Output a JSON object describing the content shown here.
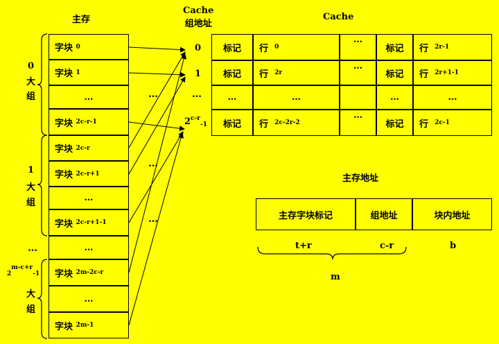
{
  "titles": {
    "main_memory": "主存",
    "cache_group_addr": "Cache\n组地址",
    "cache": "Cache",
    "mm_address": "主存地址"
  },
  "main_memory": {
    "blocks": [
      {
        "prefix": "字块",
        "sub": "0"
      },
      {
        "prefix": "字块",
        "sub": "1"
      },
      {
        "prefix": "",
        "sub": "…"
      },
      {
        "prefix": "字块",
        "sub": "2",
        "sup": "c-r",
        "tail": "-1"
      },
      {
        "prefix": "字块",
        "sub": "2",
        "sup": "c-r",
        "tail": ""
      },
      {
        "prefix": "字块",
        "sub": "2",
        "sup": "c-r",
        "tail": "+1"
      },
      {
        "prefix": "",
        "sub": "…"
      },
      {
        "prefix": "字块",
        "sub": "2",
        "sup": "c-r+1",
        "tail": "-1"
      },
      {
        "prefix": "",
        "sub": "…"
      },
      {
        "prefix": "字块",
        "sub": "2",
        "sup": "m",
        "tail": "-2",
        "sup2": "c-r"
      },
      {
        "prefix": "",
        "sub": "…"
      },
      {
        "prefix": "字块",
        "sub": "2",
        "sup": "m",
        "tail": "-1"
      }
    ],
    "groups": [
      {
        "num": "0",
        "c1": "大",
        "c2": "组"
      },
      {
        "num": "1",
        "c1": "大",
        "c2": "组"
      },
      {
        "num_base": "2",
        "num_sup": "m-c+r",
        "num_tail": "-1",
        "c1": "大",
        "c2": "组"
      }
    ],
    "group_ellipsis": "…"
  },
  "cache_groups": {
    "g0": "0",
    "g1": "1",
    "g_dots": "…",
    "g_last_base": "2",
    "g_last_sup": "c-r",
    "g_last_tail": "-1"
  },
  "cache": {
    "tag_label": "标记",
    "line_label": "行",
    "ellipsis": "…",
    "rows": [
      {
        "l_sub": "0",
        "r_sup": "r",
        "r_tail": "-1"
      },
      {
        "l_sub": "2",
        "l_sup": "r",
        "r_sup": "r+1",
        "r_tail": "-1"
      },
      {
        "dots": true
      },
      {
        "l_sub": "2",
        "l_sup": "c",
        "l_mid": "-2",
        "l_sup2": "r",
        "l_tail": "-2",
        "r_sup": "c",
        "r_tail": "-1"
      }
    ]
  },
  "address_format": {
    "fields": [
      "主存字块标记",
      "组地址",
      "块内地址"
    ],
    "widths": [
      "t+r",
      "c-r",
      "b"
    ],
    "total": "m"
  },
  "middle_dots": "…"
}
